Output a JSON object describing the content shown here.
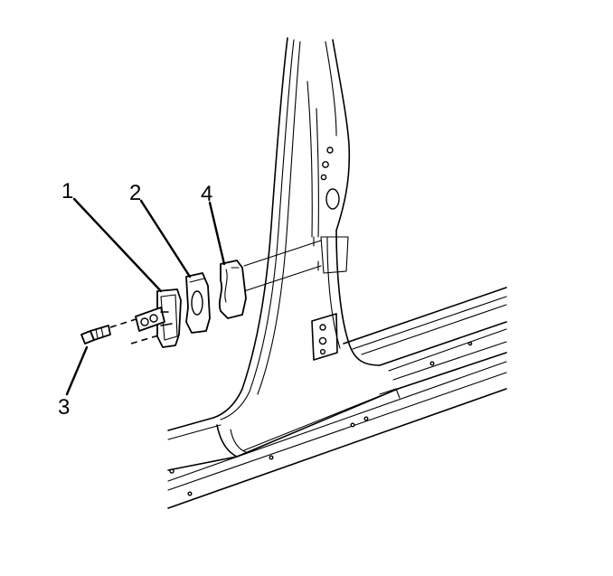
{
  "diagram": {
    "callouts": [
      {
        "id": "callout-1",
        "text": "1"
      },
      {
        "id": "callout-2",
        "text": "2"
      },
      {
        "id": "callout-3",
        "text": "3"
      },
      {
        "id": "callout-4",
        "text": "4"
      }
    ],
    "colors": {
      "line": "#000000",
      "background": "#ffffff"
    }
  }
}
